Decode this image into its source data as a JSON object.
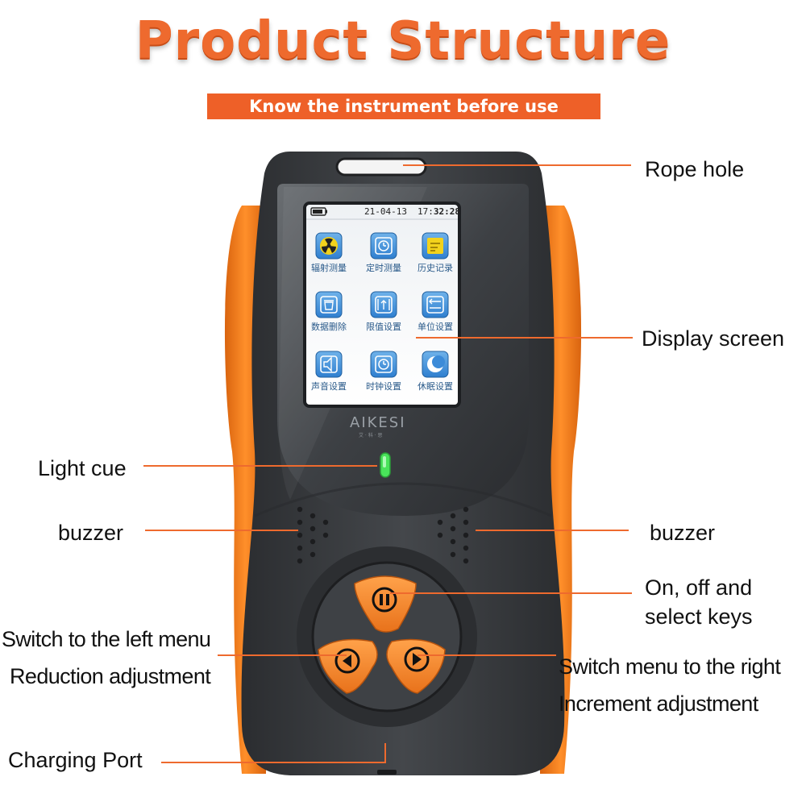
{
  "title": "Product Structure",
  "subtitle": "Know the instrument before use",
  "device": {
    "status": {
      "date": "21-04-13",
      "time_prefix": "17:",
      "time_bold": "32:28"
    },
    "brand": "AIKESI",
    "menu": [
      {
        "label": "辐射测量",
        "icon": "radiation-icon"
      },
      {
        "label": "定时测量",
        "icon": "timer-icon"
      },
      {
        "label": "历史记录",
        "icon": "history-icon"
      },
      {
        "label": "数据删除",
        "icon": "trash-icon"
      },
      {
        "label": "限值设置",
        "icon": "limit-icon"
      },
      {
        "label": "单位设置",
        "icon": "unit-icon"
      },
      {
        "label": "声音设置",
        "icon": "speaker-icon"
      },
      {
        "label": "时钟设置",
        "icon": "clock-icon"
      },
      {
        "label": "休眠设置",
        "icon": "sleep-icon"
      }
    ]
  },
  "callouts": {
    "rope_hole": "Rope hole",
    "display_screen": "Display screen",
    "light_cue": "Light cue",
    "buzzer_left": "buzzer",
    "buzzer_right": "buzzer",
    "power_line1": "On, off and",
    "power_line2": "select keys",
    "left_line1": "Switch to the left menu",
    "left_line2": "Reduction adjustment",
    "right_line1": "Switch menu to the right",
    "right_line2": "Increment adjustment",
    "charging_port": "Charging Port"
  },
  "colors": {
    "accent": "#ee6028",
    "device_body": "#3a3d40",
    "device_orange": "#f07d1e",
    "led": "#49e35a"
  }
}
